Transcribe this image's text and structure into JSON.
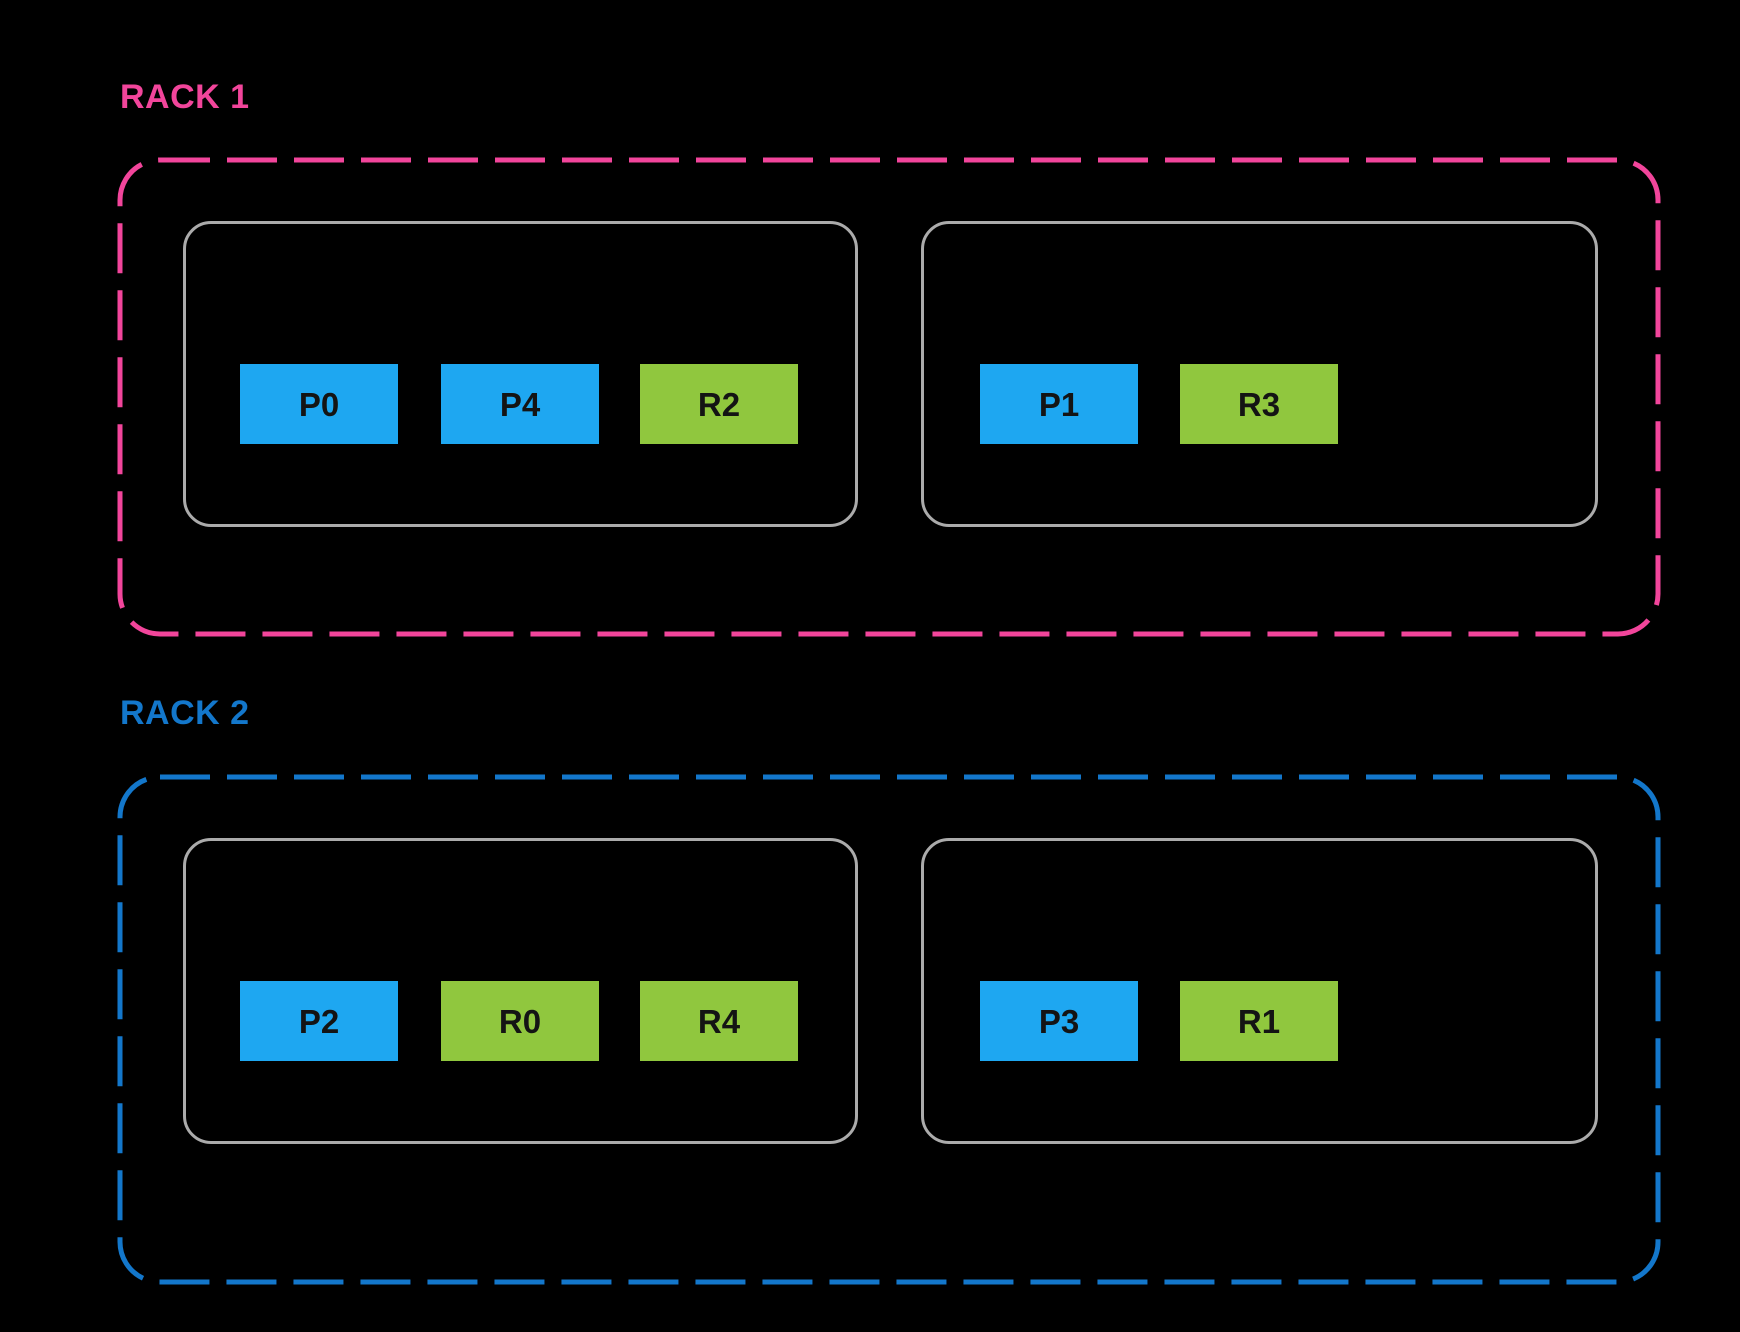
{
  "racks": [
    {
      "label": "RACK 1",
      "accent": "#F2459B",
      "nodes": [
        {
          "blocks": [
            {
              "label": "P0",
              "kind": "primary"
            },
            {
              "label": "P4",
              "kind": "primary"
            },
            {
              "label": "R2",
              "kind": "replica"
            }
          ]
        },
        {
          "blocks": [
            {
              "label": "P1",
              "kind": "primary"
            },
            {
              "label": "R3",
              "kind": "replica"
            }
          ]
        }
      ]
    },
    {
      "label": "RACK 2",
      "accent": "#1377CB",
      "nodes": [
        {
          "blocks": [
            {
              "label": "P2",
              "kind": "primary"
            },
            {
              "label": "R0",
              "kind": "replica"
            },
            {
              "label": "R4",
              "kind": "replica"
            }
          ]
        },
        {
          "blocks": [
            {
              "label": "P3",
              "kind": "primary"
            },
            {
              "label": "R1",
              "kind": "replica"
            }
          ]
        }
      ]
    }
  ],
  "colors": {
    "background": "#000000",
    "primary_block": "#1EA7F1",
    "replica_block": "#90C73E",
    "node_border": "#ABABAB",
    "block_text": "#141414",
    "rack1_accent": "#F2459B",
    "rack2_accent": "#1377CB"
  }
}
